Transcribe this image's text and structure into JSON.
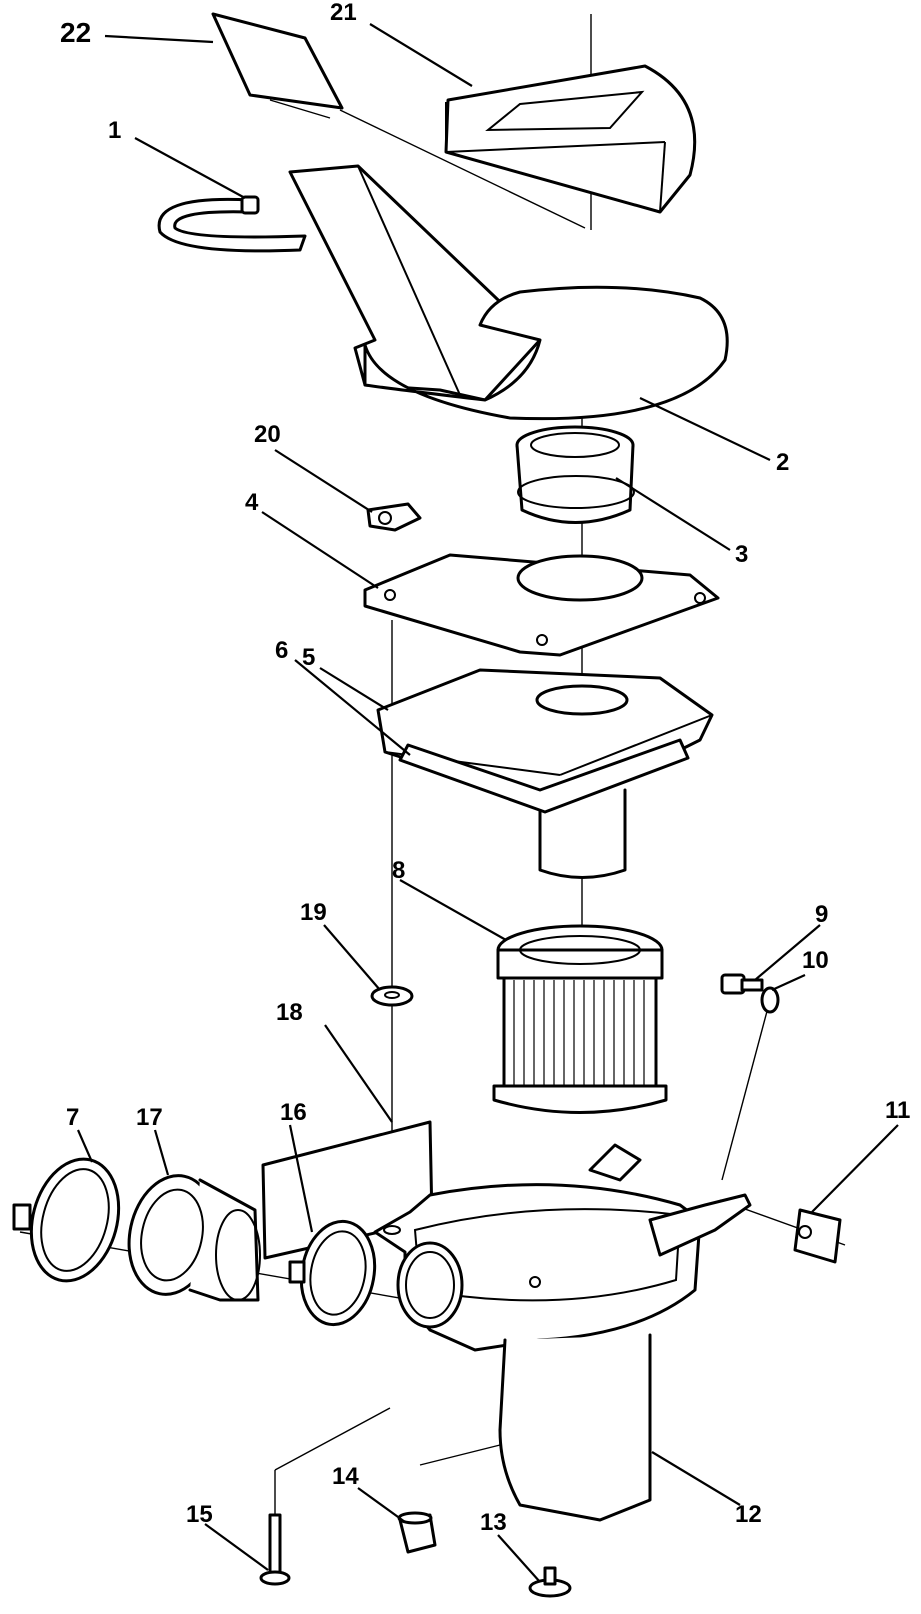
{
  "callouts": [
    "1",
    "2",
    "3",
    "4",
    "5",
    "6",
    "7",
    "8",
    "9",
    "10",
    "11",
    "12",
    "13",
    "14",
    "15",
    "16",
    "17",
    "18",
    "19",
    "20",
    "21",
    "22"
  ],
  "colors": {
    "ink": "#000000",
    "paper": "#ffffff"
  }
}
